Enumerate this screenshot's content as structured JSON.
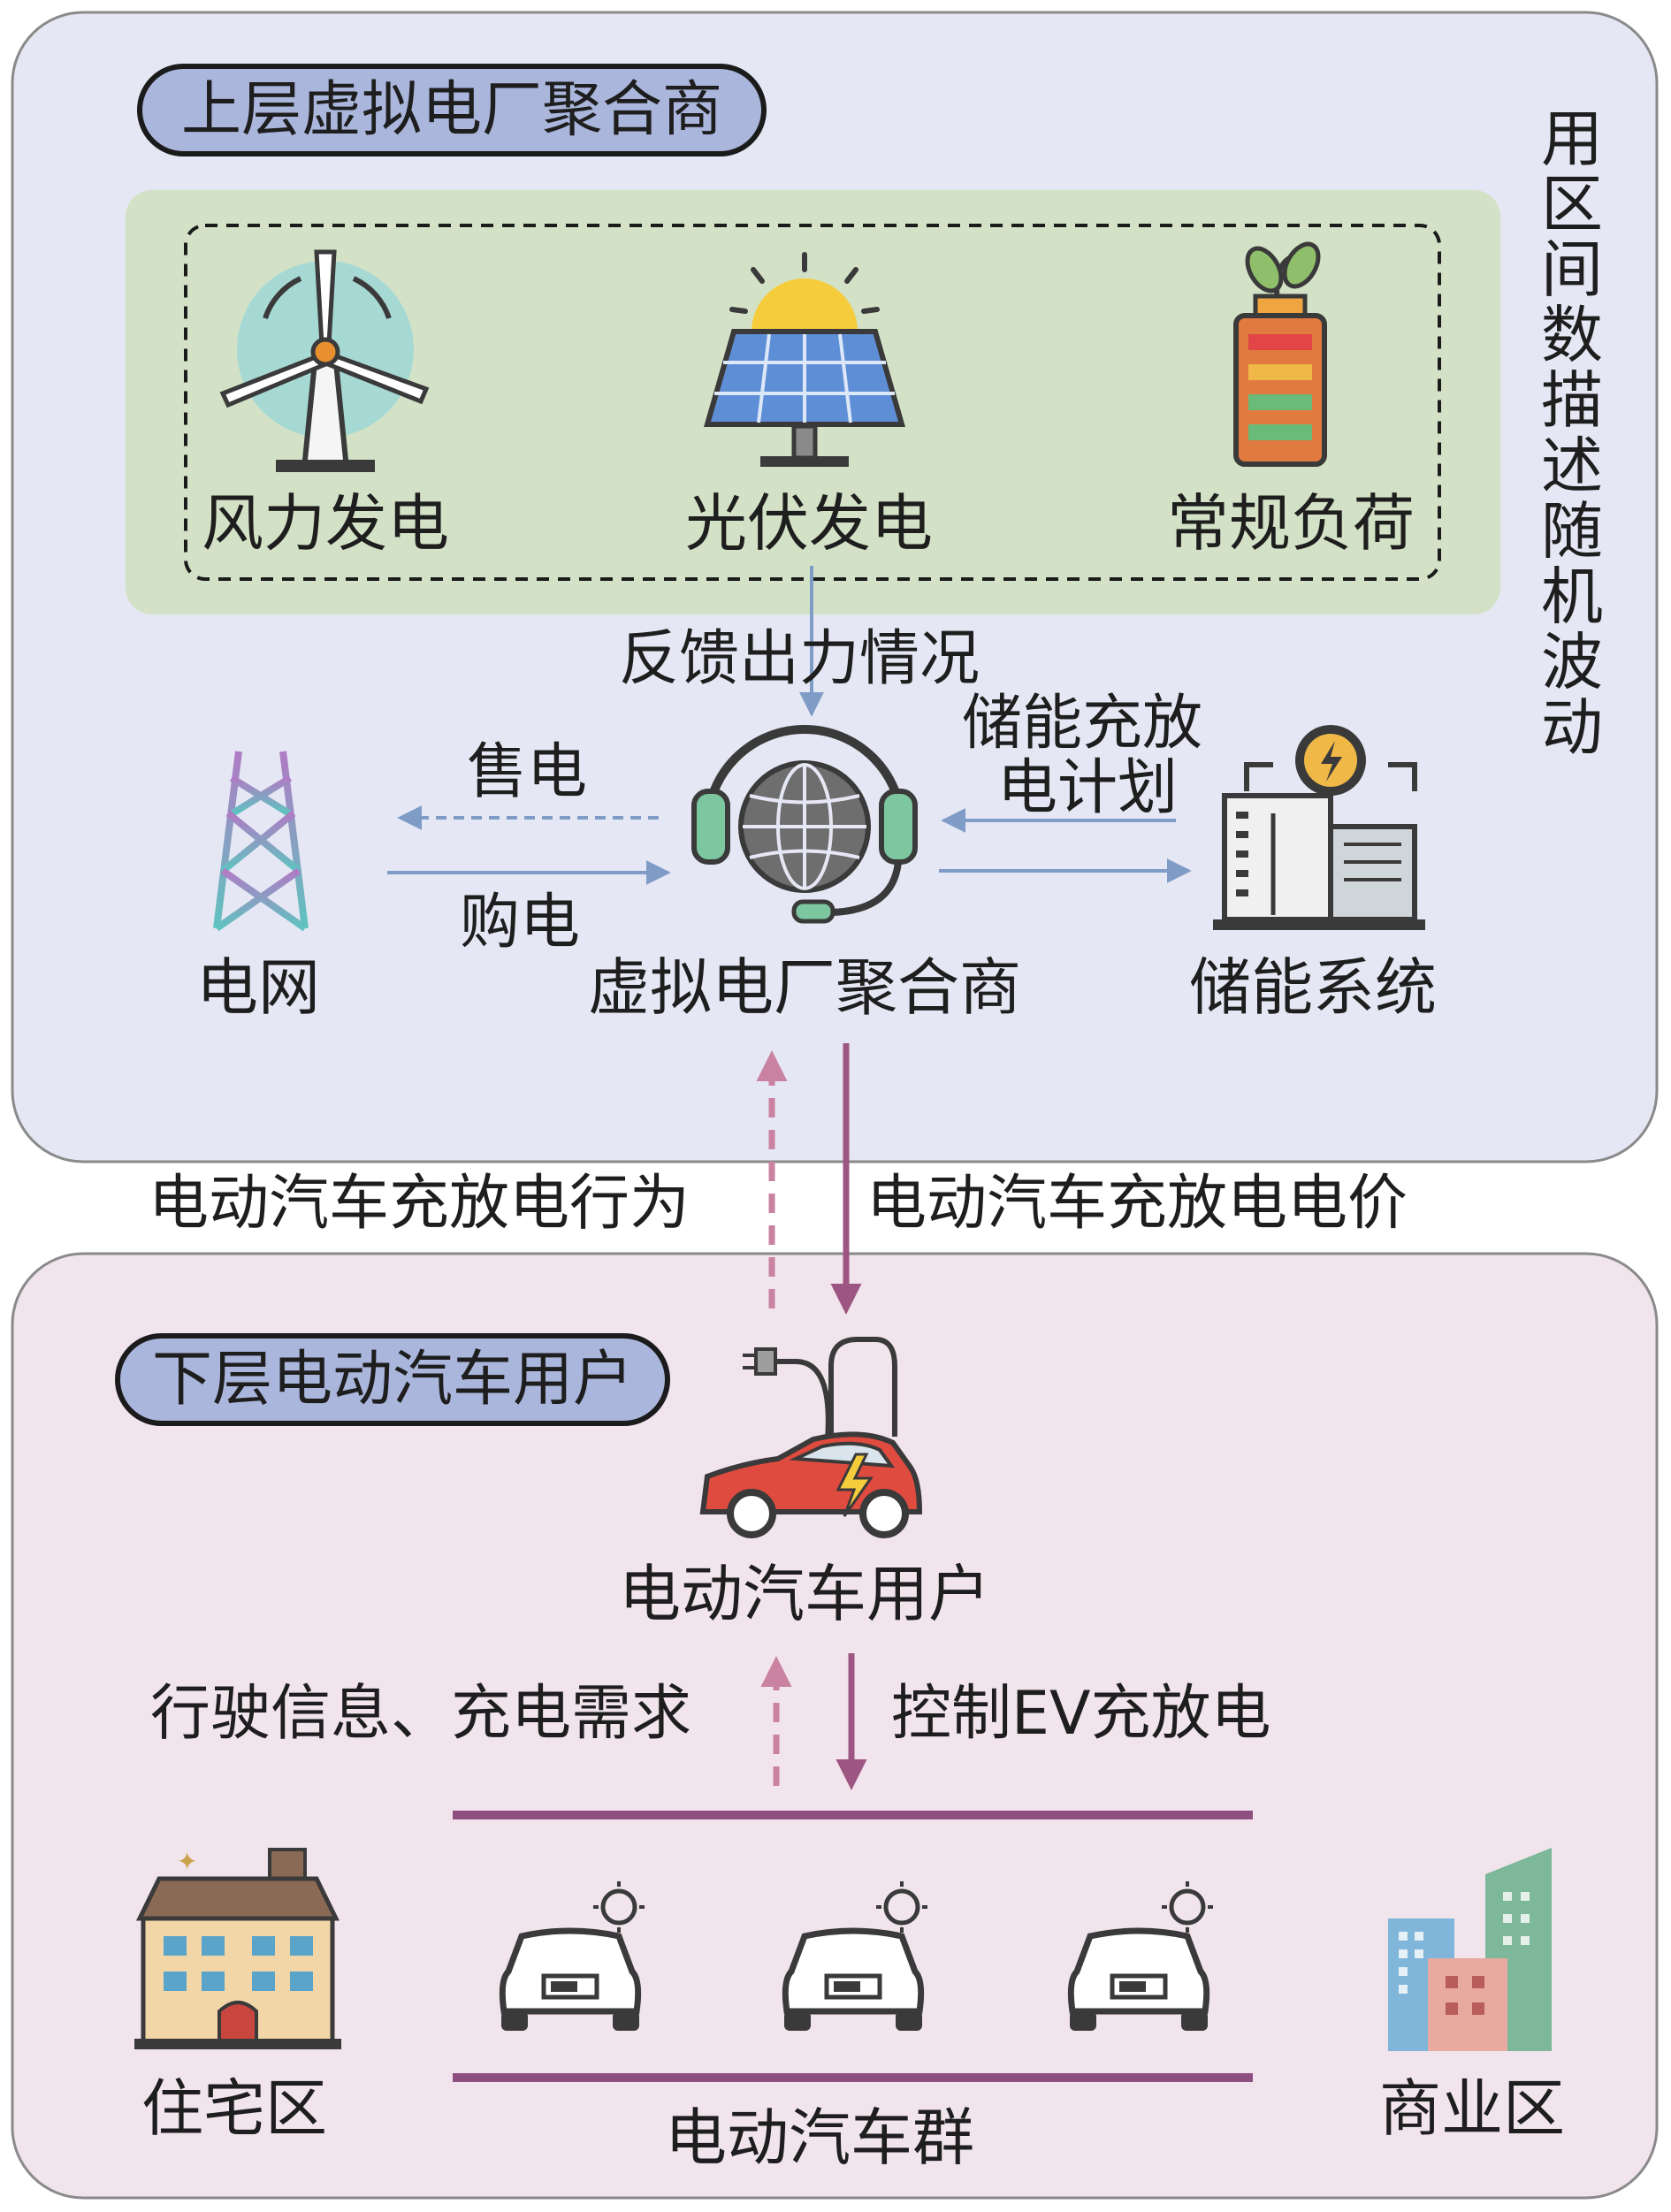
{
  "upper_panel": {
    "title": "上层虚拟电厂聚合商",
    "side_note": [
      "用",
      "区",
      "间",
      "数",
      "描",
      "述",
      "随",
      "机",
      "波",
      "动"
    ],
    "wind": "风力发电",
    "solar": "光伏发电",
    "load": "常规负荷",
    "feedback": "反馈出力情况",
    "grid": "电网",
    "sell": "售电",
    "buy": "购电",
    "aggregator": "虚拟电厂聚合商",
    "storage_plan_line1": "储能充放",
    "storage_plan_line2": "电计划",
    "storage": "储能系统"
  },
  "middle": {
    "ev_behavior": "电动汽车充放电行为",
    "ev_price": "电动汽车充放电电价"
  },
  "lower_panel": {
    "title": "下层电动汽车用户",
    "ev_user": "电动汽车用户",
    "travel_info": "行驶信息、充电需求",
    "control": "控制EV充放电",
    "residential": "住宅区",
    "fleet": "电动汽车群",
    "commercial": "商业区"
  },
  "colors": {
    "upper_bg": "#e6e7f4",
    "lower_bg": "#f1e4ec",
    "green_box": "#d3e2c6",
    "pill": "#aab6dc",
    "flow_blue": "#7f9cc6",
    "flow_purple": "#9c5681",
    "ev_red": "#e04b3f"
  }
}
